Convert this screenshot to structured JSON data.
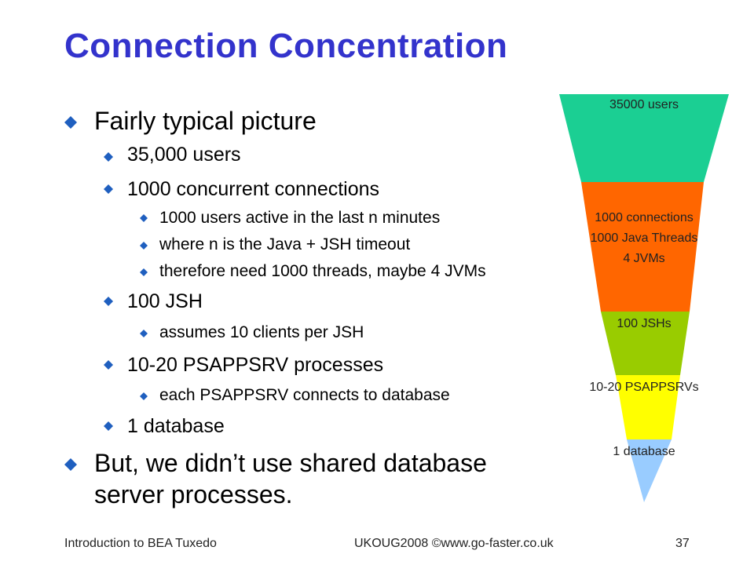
{
  "slide": {
    "title": "Connection Concentration",
    "bullets": {
      "b1": "Fairly typical picture",
      "b1_1": "35,000 users",
      "b1_2": "1000 concurrent connections",
      "b1_2_1": "1000 users active in the last n minutes",
      "b1_2_2": "where n is the Java + JSH timeout",
      "b1_2_3": "therefore need 1000 threads, maybe 4 JVMs",
      "b1_3": "100 JSH",
      "b1_3_1": "assumes 10 clients per JSH",
      "b1_4": "10-20 PSAPPSRV processes",
      "b1_4_1": "each PSAPPSRV connects to database",
      "b1_5": "1 database",
      "b2_line1": "But, we didn’t use shared database",
      "b2_line2": "server processes."
    },
    "funnel": {
      "users_label": "35000 users",
      "connections_label_1": "1000 connections",
      "connections_label_2": "1000 Java Threads",
      "connections_label_3": "4 JVMs",
      "jsh_label": "100 JSHs",
      "psappsrv_label": "10-20 PSAPPSRVs",
      "database_label": "1 database",
      "colors": {
        "users": "#1bcf93",
        "connections": "#ff6600",
        "jsh": "#99cc00",
        "psappsrv": "#ffff00",
        "database": "#99ccff"
      }
    },
    "footer": {
      "left": "Introduction to BEA Tuxedo",
      "center": "UKOUG2008 ©www.go-faster.co.uk",
      "page_number": "37"
    },
    "accent_color": "#3333cc",
    "bullet_color": "#1f5fbf"
  }
}
